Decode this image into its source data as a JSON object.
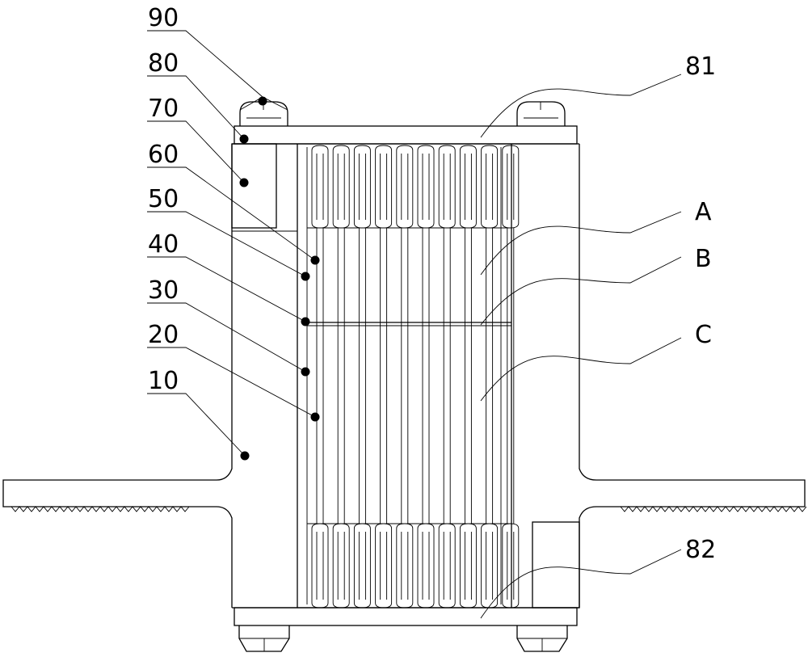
{
  "figure": {
    "labels": {
      "l90": "90",
      "l80": "80",
      "l70": "70",
      "l60": "60",
      "l50": "50",
      "l40": "40",
      "l30": "30",
      "l20": "20",
      "l10": "10",
      "l81": "81",
      "lA": "A",
      "lB": "B",
      "lC": "C",
      "l82": "82"
    }
  }
}
